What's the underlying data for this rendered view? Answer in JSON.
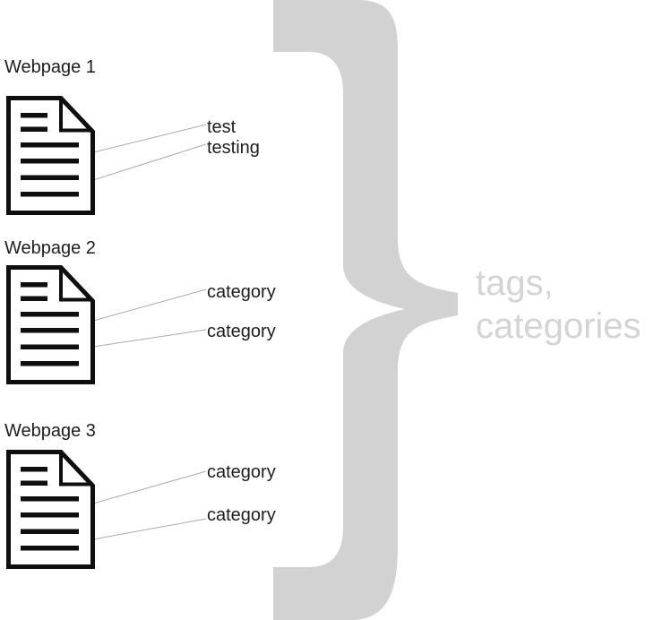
{
  "webpages": [
    {
      "title": "Webpage 1",
      "tags": [
        "test",
        "testing"
      ]
    },
    {
      "title": "Webpage 2",
      "tags": [
        "category",
        "category"
      ]
    },
    {
      "title": "Webpage 3",
      "tags": [
        "category",
        "category"
      ]
    }
  ],
  "result": {
    "line1": "tags,",
    "line2": "categories"
  },
  "icons": {
    "document": "document-page-icon",
    "brace": "right-curly-brace-icon"
  },
  "colors": {
    "background": "#ffffff",
    "ink": "#1d1d1d",
    "icon_stroke": "#0f0f0f",
    "brace": "#d2d2d2",
    "result_text": "#d4d4d4",
    "connector": "#ababab"
  }
}
